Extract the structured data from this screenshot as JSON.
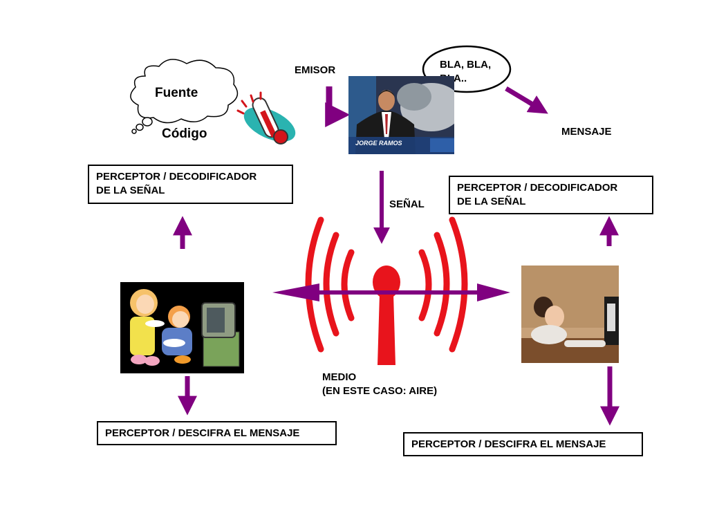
{
  "cloud": {
    "line1": "Fuente",
    "line2": "Código"
  },
  "emisor": {
    "label": "EMISOR"
  },
  "speech": {
    "text": "BLA, BLA, BLA.."
  },
  "mensaje": {
    "label": "MENSAJE"
  },
  "senal": {
    "label": "SEÑAL"
  },
  "medio": {
    "line1": "MEDIO",
    "line2": "(EN ESTE CASO: AIRE)"
  },
  "news": {
    "anchor_name": "JORGE RAMOS"
  },
  "boxes": {
    "decoder_left": {
      "line1": "PERCEPTOR / DECODIFICADOR",
      "line2": "DE LA SEÑAL"
    },
    "decoder_right": {
      "line1": "PERCEPTOR / DECODIFICADOR",
      "line2": "DE LA SEÑAL"
    },
    "decipher_left": {
      "text": "PERCEPTOR / DESCIFRA EL MENSAJE"
    },
    "decipher_right": {
      "text": "PERCEPTOR / DESCIFRA EL MENSAJE"
    }
  },
  "colors": {
    "arrow": "#800080",
    "antenna": "#e8141c",
    "box_border": "#000000"
  }
}
